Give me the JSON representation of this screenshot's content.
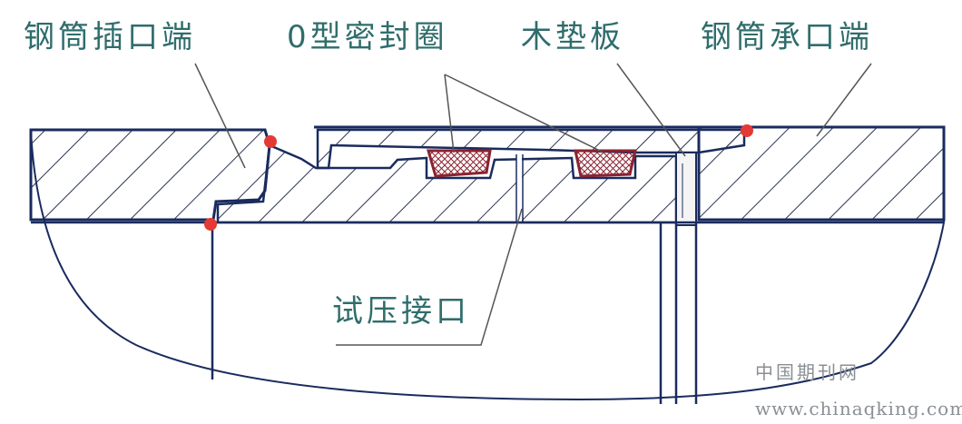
{
  "labels": {
    "spigot_end": "钢筒插口端",
    "o_ring": "0型密封圈",
    "wood_pad": "木垫板",
    "socket_end": "钢筒承口端",
    "test_port": "试压接口"
  },
  "watermark": {
    "site_name": "中国期刊网",
    "site_url": "www.chinaqking.com"
  },
  "colors": {
    "outline": "#1a2b5e",
    "hatch": "#2a3550",
    "seal": "#8b2230",
    "weld_dot": "#e53935",
    "label_text": "#2f6d6c",
    "leader": "#555555"
  }
}
